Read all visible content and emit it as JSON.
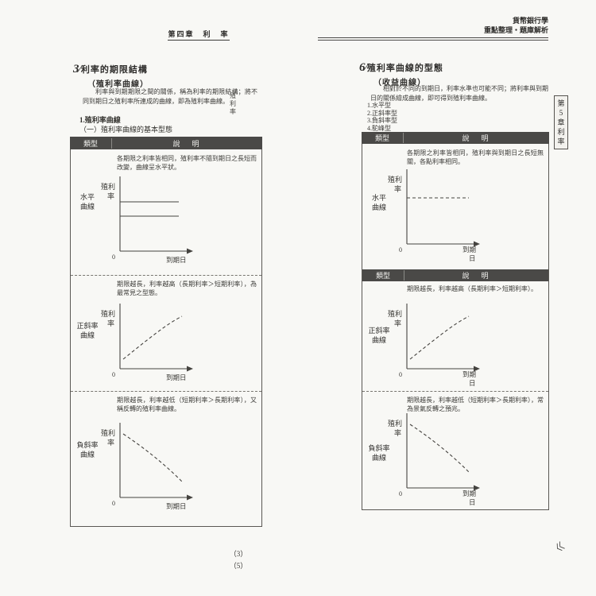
{
  "left_page": {
    "page_header": "第四章　利　率",
    "heading": {
      "no": "3",
      "slash": "∕",
      "line1": "利率的期限結構",
      "line2": "（殖利率曲線）"
    },
    "para": "利率與到期期限之間的關係，稱為利率的期限結構；將不同到期日之殖利率所連成的曲線，即為殖利率曲線。",
    "sub1": "1.殖利率曲線",
    "sub2": "（一）殖利率曲線的基本型態",
    "side_tab": [
      "殖",
      "利",
      "率"
    ],
    "table": {
      "col_type": "類型",
      "col_desc": "說　明",
      "rows": [
        {
          "text": "各期限之利率皆相同，殖利率不隨到期日之長短而改變，曲線呈水平狀。",
          "label_a": "水平",
          "label_b": "曲線",
          "ylab1": "殖利",
          "ylab2": "率",
          "zero": "0",
          "xlab": "到期日"
        },
        {
          "text": "期限越長，利率越高（長期利率＞短期利率），為最常見之型態。",
          "label_a": "正斜率",
          "label_b": "曲線",
          "ylab1": "殖利",
          "ylab2": "率",
          "zero": "0",
          "xlab": "到期日"
        },
        {
          "text": "期限越長，利率越低（短期利率＞長期利率），又稱反轉的殖利率曲線。",
          "label_a": "負斜率",
          "label_b": "曲線",
          "ylab1": "殖利",
          "ylab2": "率",
          "zero": "0",
          "xlab": "到期日"
        }
      ]
    },
    "footer_a": "（3）",
    "footer_b": "（5）"
  },
  "right_page": {
    "header_line1": "貨幣銀行學",
    "header_line2": "重點整理・題庫解析",
    "heading": {
      "no": "6",
      "slash": "∕",
      "line1": "殖利率曲線的型態",
      "line2": "（收益曲線）"
    },
    "para": "相對於不同的到期日，利率水準也可能不同；將利率與到期日的關係繪成曲線，即可得到殖利率曲線。",
    "list": [
      "1.水平型",
      "2.正斜率型",
      "3.負斜率型",
      "4.駝峰型"
    ],
    "table": {
      "col_type": "類型",
      "col_desc": "說　明",
      "mid_type": "類型",
      "mid_desc": "說　明",
      "rows": [
        {
          "text": "各期限之利率皆相同，殖利率與到期日之長短無關，各點利率相同。",
          "label_a": "水平",
          "label_b": "曲線",
          "ylab1": "殖利",
          "ylab2": "率",
          "zero": "0",
          "xlab_a": "到期",
          "xlab_b": "日"
        },
        {
          "text": "期限越長，利率越高（長期利率＞短期利率）。",
          "label_a": "正斜率",
          "label_b": "曲線",
          "ylab1": "殖利",
          "ylab2": "率",
          "zero": "0",
          "xlab_a": "到期",
          "xlab_b": "日"
        },
        {
          "text": "期限越長，利率越低（短期利率＞長期利率），常為景氣反轉之預兆。",
          "label_a": "負斜率",
          "label_b": "曲線",
          "ylab1": "殖利",
          "ylab2": "率",
          "zero": "0",
          "xlab_a": "到期",
          "xlab_b": "日"
        }
      ]
    },
    "side_tab": [
      "第",
      "5",
      "章",
      "利",
      "率"
    ],
    "corner_marks": "〈〈"
  }
}
